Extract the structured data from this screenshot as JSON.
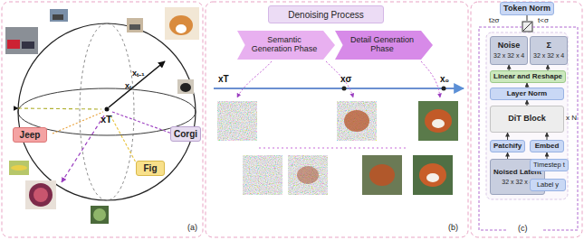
{
  "diagram": {
    "nodes": [
      {
        "text": [
          "Jeep"
        ]
      },
      {
        "text": [
          "Corgi"
        ]
      },
      {
        "text": [
          "Fig"
        ]
      },
      {
        "text": [
          "Denoising Process"
        ]
      },
      {
        "text": [
          "Semantic Generation Phase"
        ]
      },
      {
        "text": [
          "Detail Generation Phase"
        ]
      },
      {
        "text": [
          "Token Norm"
        ]
      },
      {
        "text": [
          "Noise",
          "32 x 32 x 4"
        ]
      },
      {
        "text": [
          "Σ",
          "32 x 32 x 4"
        ]
      },
      {
        "text": [
          "Linear and Reshape"
        ]
      },
      {
        "text": [
          "Layer Norm"
        ]
      },
      {
        "text": [
          "DiT Block"
        ]
      },
      {
        "text": [
          "Patchify"
        ]
      },
      {
        "text": [
          "Embed"
        ]
      },
      {
        "text": [
          "Noised Latent",
          "32 x 32 x 4"
        ]
      },
      {
        "text": [
          "Timestep t"
        ]
      },
      {
        "text": [
          "Label y"
        ]
      }
    ],
    "edges": [
      {
        "from": 14,
        "to": 12,
        "arrow": "to"
      },
      {
        "from": 12,
        "to": 11,
        "arrow": "to"
      },
      {
        "from": 15,
        "to": 13,
        "arrow": "to"
      },
      {
        "from": 13,
        "to": 11,
        "arrow": "to"
      },
      {
        "from": 11,
        "to": 10,
        "arrow": "to"
      },
      {
        "from": 10,
        "to": 9,
        "arrow": "to"
      },
      {
        "from": 9,
        "to": 7,
        "arrow": "to"
      },
      {
        "from": 9,
        "to": 8,
        "arrow": "to"
      }
    ],
    "labels": [
      "xT",
      "xₜ",
      "xₜ₋₁",
      "(a)",
      "xT",
      "xσ",
      "x₀",
      "(b)",
      "t≥σ",
      "t<σ",
      "x N",
      "(c)"
    ]
  }
}
